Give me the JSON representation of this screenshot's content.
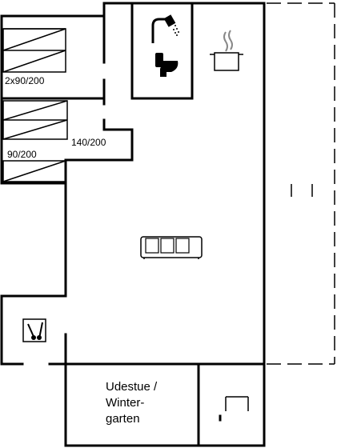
{
  "floorplan": {
    "bed_labels": {
      "upper_bunk": "2x90/200",
      "double_bed": "140/200",
      "single_bed": "90/200"
    },
    "room_label": {
      "line1": "Udestue /",
      "line2": "Winter-",
      "line3": "garten"
    },
    "icons": {
      "shower": "shower-icon",
      "toilet": "toilet-icon",
      "kitchen": "cooking-pot-icon",
      "sofa": "sofa-icon",
      "washer": "washing-machine-icon",
      "chair": "chair-icon"
    }
  }
}
